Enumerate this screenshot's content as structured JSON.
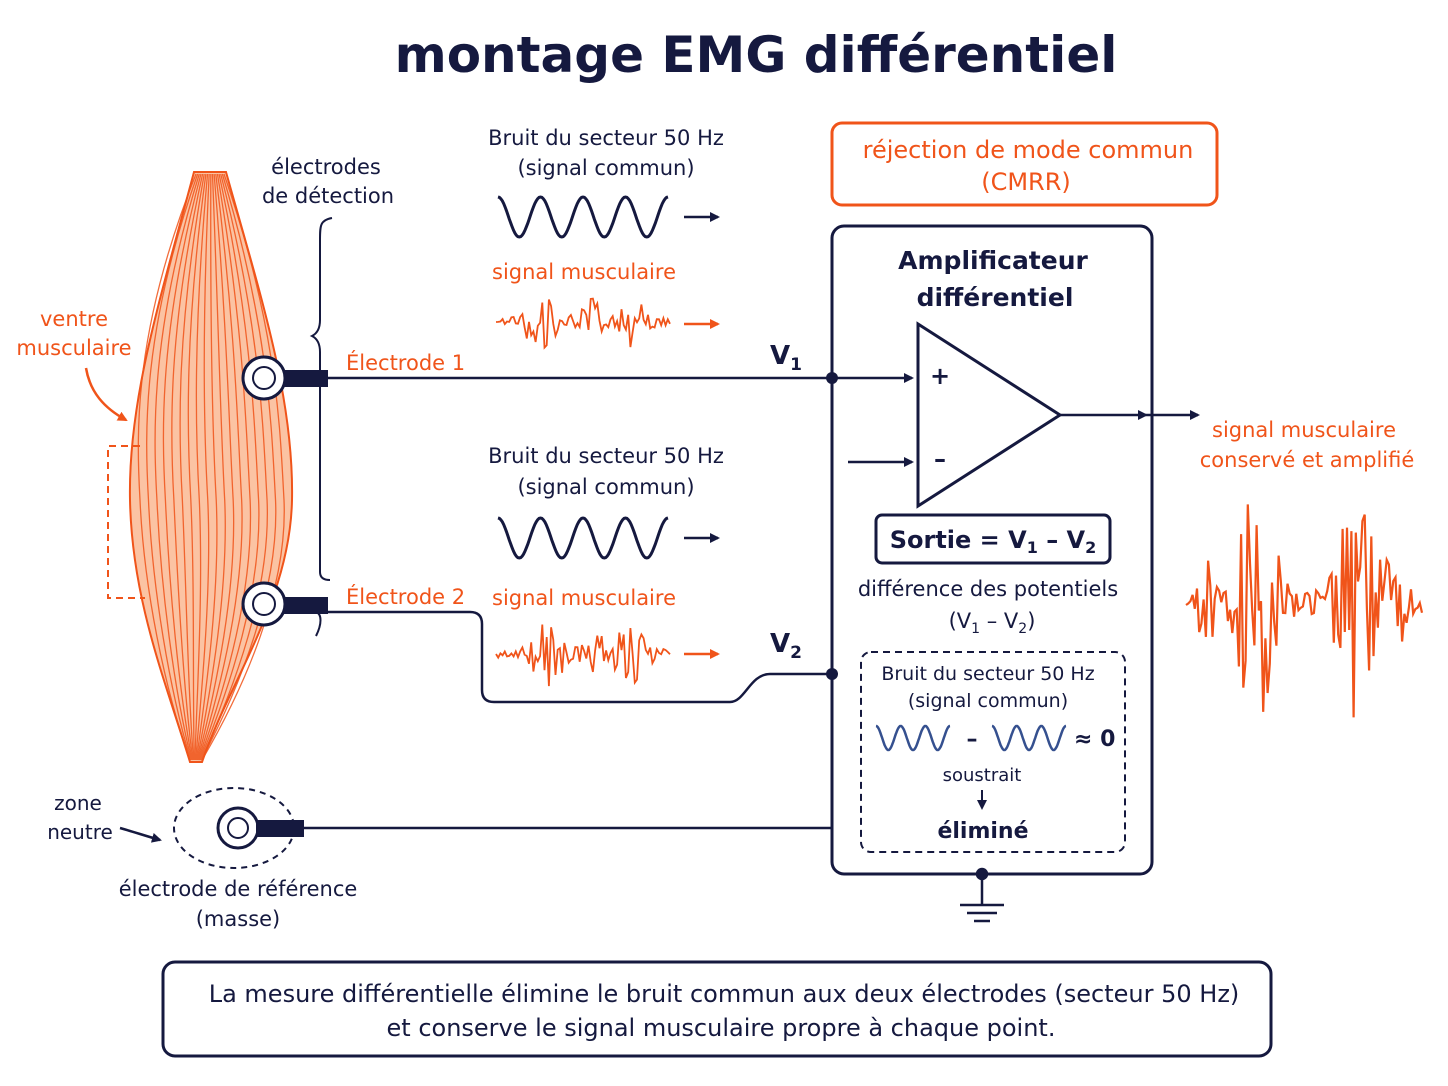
{
  "title": "montage EMG différentiel",
  "colors": {
    "navy": "#15193f",
    "orange": "#f0541a",
    "muscle": "#f6a57b",
    "pale": "#fbd2bb",
    "wave_blue": "#35508f"
  },
  "muscle": {
    "belly_label_line1": "ventre",
    "belly_label_line2": "musculaire",
    "detection_label_line1": "électrodes",
    "detection_label_line2": "de détection",
    "electrode1": "Électrode 1",
    "electrode2": "Électrode 2"
  },
  "reference": {
    "zone_line1": "zone",
    "zone_line2": "neutre",
    "label_line1": "électrode de référence",
    "label_line2": "(masse)"
  },
  "signals_top": {
    "noise_line1": "Bruit du secteur 50 Hz",
    "noise_line2": "(signal commun)",
    "muscle": "signal musculaire"
  },
  "signals_bottom": {
    "noise_line1": "Bruit du secteur 50 Hz",
    "noise_line2": "(signal commun)",
    "muscle": "signal musculaire"
  },
  "cmrr": {
    "line1": "réjection de mode commun",
    "line2": "(CMRR)"
  },
  "amplifier": {
    "title_line1": "Amplificateur",
    "title_line2": "différentiel",
    "plus": "+",
    "minus": "–",
    "v1": "V",
    "v1_sub": "1",
    "v2": "V",
    "v2_sub": "2",
    "output_prefix": "Sortie = V",
    "output_sub1": "1",
    "output_mid": " – V",
    "output_sub2": "2",
    "diff_line1": "différence des potentiels",
    "diff_line2_a": "(V",
    "diff_line2_s1": "1",
    "diff_line2_b": " – V",
    "diff_line2_s2": "2",
    "diff_line2_c": ")"
  },
  "noise_box": {
    "line1": "Bruit du secteur 50 Hz",
    "line2": "(signal commun)",
    "minus": "–",
    "approx": "≈ 0",
    "subtracted": "soustrait",
    "eliminated": "éliminé"
  },
  "output": {
    "line1": "signal musculaire",
    "line2": "conservé et amplifié"
  },
  "footer": {
    "line1": "La mesure différentielle élimine le bruit commun aux deux électrodes (secteur 50 Hz)",
    "line2": "et conserve le signal musculaire propre à chaque point."
  }
}
